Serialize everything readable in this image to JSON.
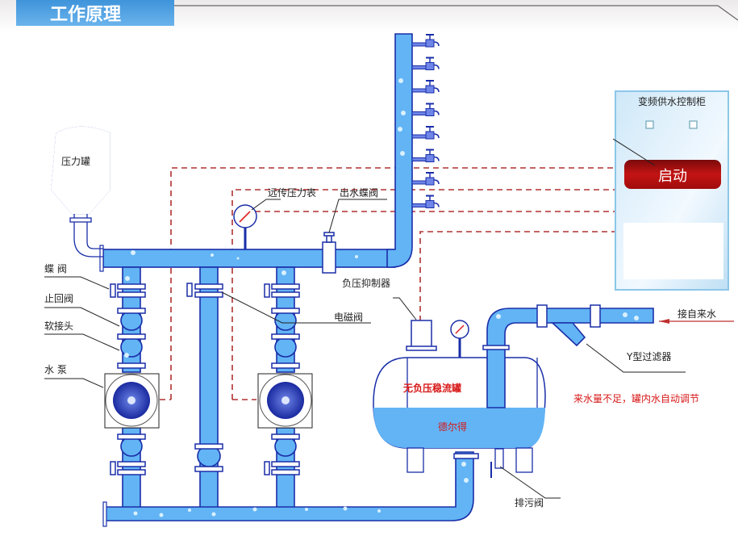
{
  "header": {
    "title": "工作原理",
    "tab_color": "#4a9fe0"
  },
  "diagram": {
    "title": "无负压变频供水设备工作原理",
    "colors": {
      "water": "#62b4f5",
      "pipe_outline": "#1a2ea8",
      "control_line": "#b03030",
      "start_button": "#c41414",
      "annotation_red": "#d81818"
    },
    "components": {
      "pressure_tank": "压力罐",
      "butterfly_valve": "蝶 阀",
      "check_valve": "止回阀",
      "soft_joint": "软接头",
      "water_pump": "水 泵",
      "remote_pressure_gauge": "远传压力表",
      "outlet_butterfly_valve": "出水蝶阀",
      "negative_pressure_suppressor": "负压抑制器",
      "solenoid_valve": "电磁阀",
      "y_filter": "Y型过滤器",
      "drain_valve": "排污阀",
      "tap_water_inlet": "接自来水",
      "stabilizer_tank": "无负压稳流罐",
      "brand": "德尔得",
      "note": "来水量不足，罐内水自动调节"
    },
    "control_cabinet": {
      "title": "变频供水控制柜",
      "start_button": "启动",
      "indicator_count": 2
    },
    "faucet_count": 8
  }
}
